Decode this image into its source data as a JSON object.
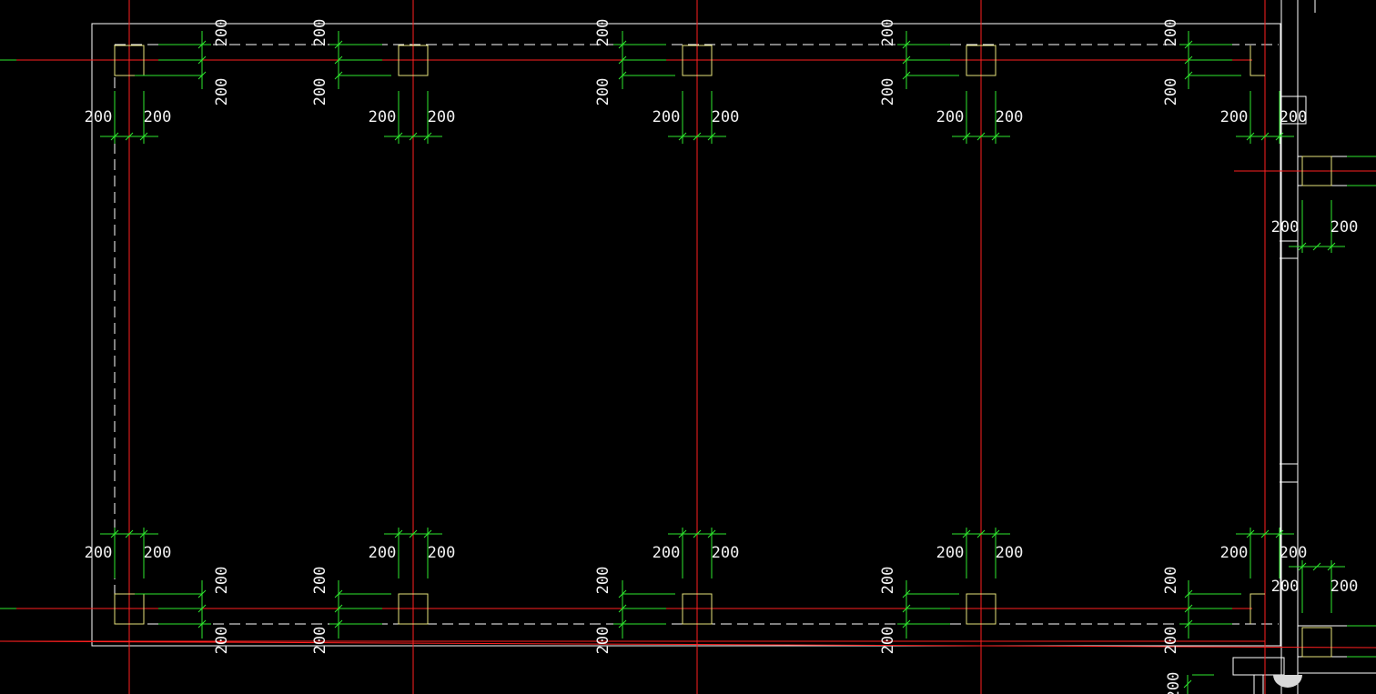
{
  "drawing": {
    "dimension_value": "200",
    "colors": {
      "background": "#000000",
      "wall": "#ffffff",
      "axis": "#ff2020",
      "column": "#e6e27a",
      "dimension_line": "#2ee82e",
      "dimension_text": "#f2f2f2"
    },
    "top_corner_labels": [
      "200",
      "200",
      "200",
      "200",
      "200",
      "200",
      "200",
      "200",
      "200",
      "200",
      "200",
      "200"
    ],
    "bottom_corner_labels": [
      "200",
      "200",
      "200",
      "200",
      "200",
      "200",
      "200",
      "200",
      "200",
      "200",
      "200",
      "200"
    ],
    "top_edge_labels": [
      "200",
      "200",
      "200",
      "200",
      "200",
      "200",
      "200",
      "200",
      "200",
      "200"
    ],
    "bottom_edge_labels": [
      "200",
      "200",
      "200",
      "200",
      "200",
      "200",
      "200",
      "200",
      "200",
      "200"
    ],
    "right_side_labels": [
      "200",
      "200",
      "200",
      "200",
      "200"
    ]
  }
}
